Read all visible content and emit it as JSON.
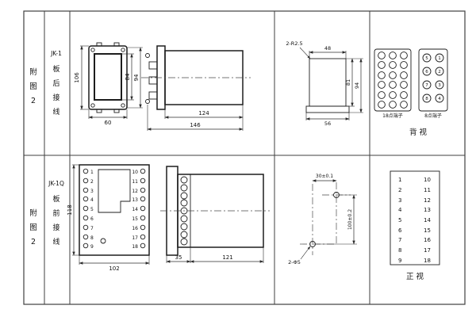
{
  "row1": {
    "fig": {
      "l1": "附",
      "l2": "图",
      "l3": "2"
    },
    "model": "JK-1",
    "wiring": {
      "c1": "板",
      "c2": "后",
      "c3": "接",
      "c4": "线"
    },
    "front": {
      "dim_h": "106",
      "dim_h_inner": "84",
      "dim_h_outer": "94",
      "dim_w": "60"
    },
    "side": {
      "dim_body": "124",
      "dim_total": "146"
    },
    "cutout": {
      "radius_note": "2-R2.5",
      "dim_top": "48",
      "dim_h_inner": "81",
      "dim_h_outer": "94",
      "dim_bottom": "56"
    },
    "terminals": {
      "label_18": "18点端子",
      "label_8": "8点端子",
      "view_label": "背  视",
      "points8_left": [
        "5",
        "6",
        "7",
        "8"
      ],
      "points8_right": [
        "1",
        "2",
        "3",
        "4"
      ]
    }
  },
  "row2": {
    "fig": {
      "l1": "附",
      "l2": "图",
      "l3": "2"
    },
    "model": "JK-1Q",
    "wiring": {
      "c1": "板",
      "c2": "前",
      "c3": "接",
      "c4": "线"
    },
    "front": {
      "dim_h": "118",
      "dim_w": "102",
      "left_terminals": [
        "1",
        "2",
        "3",
        "4",
        "5",
        "6",
        "7",
        "8",
        "9"
      ],
      "right_terminals": [
        "10",
        "11",
        "12",
        "13",
        "14",
        "15",
        "16",
        "17",
        "18"
      ]
    },
    "side": {
      "dim_flange": "35",
      "dim_body": "121"
    },
    "drill": {
      "dim_top": "30±0.1",
      "dim_v": "100±0.2",
      "hole_note": "2-Φ5"
    },
    "table": {
      "left": [
        "1",
        "2",
        "3",
        "4",
        "5",
        "6",
        "7",
        "8",
        "9"
      ],
      "right": [
        "10",
        "11",
        "12",
        "13",
        "14",
        "15",
        "16",
        "17",
        "18"
      ],
      "view_label": "正  视"
    }
  }
}
